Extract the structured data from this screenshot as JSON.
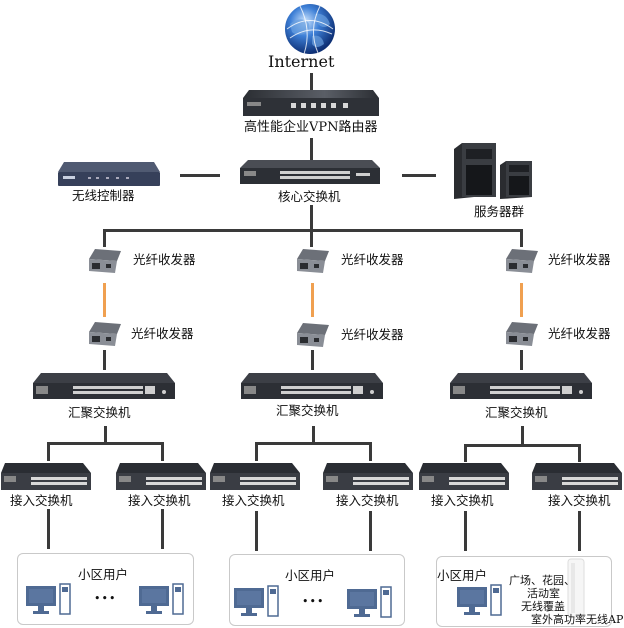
{
  "title": "Network topology diagram",
  "colors": {
    "line": "#3a3a3a",
    "fiber": "#f0a050",
    "device": "#2a2d33",
    "pc": "#4f6a93"
  },
  "internet": {
    "label": "Internet",
    "icon": "globe-icon"
  },
  "router": {
    "label": "高性能企业VPN路由器",
    "icon": "router-icon"
  },
  "core_switch": {
    "label": "核心交换机",
    "icon": "switch-icon"
  },
  "wireless_controller": {
    "label": "无线控制器",
    "icon": "controller-icon"
  },
  "servers": {
    "label": "服务器群",
    "icon": "server-icon"
  },
  "branches": [
    {
      "converter_top": "光纤收发器",
      "converter_bottom": "光纤收发器",
      "aggregation": "汇聚交换机",
      "access": [
        "接入交换机",
        "接入交换机"
      ],
      "group": {
        "title": "小区用户",
        "ellipsis": "•••"
      }
    },
    {
      "converter_top": "光纤收发器",
      "converter_bottom": "光纤收发器",
      "aggregation": "汇聚交换机",
      "access": [
        "接入交换机",
        "接入交换机"
      ],
      "group": {
        "title": "小区用户",
        "ellipsis": "•••"
      }
    },
    {
      "converter_top": "光纤收发器",
      "converter_bottom": "光纤收发器",
      "aggregation": "汇聚交换机",
      "access": [
        "接入交换机",
        "接入交换机"
      ],
      "group": {
        "title": "小区用户",
        "ap_note_lines": [
          "广场、花园、",
          "活动室",
          "无线覆盖"
        ],
        "ap_label": "室外高功率无线AP"
      }
    }
  ]
}
